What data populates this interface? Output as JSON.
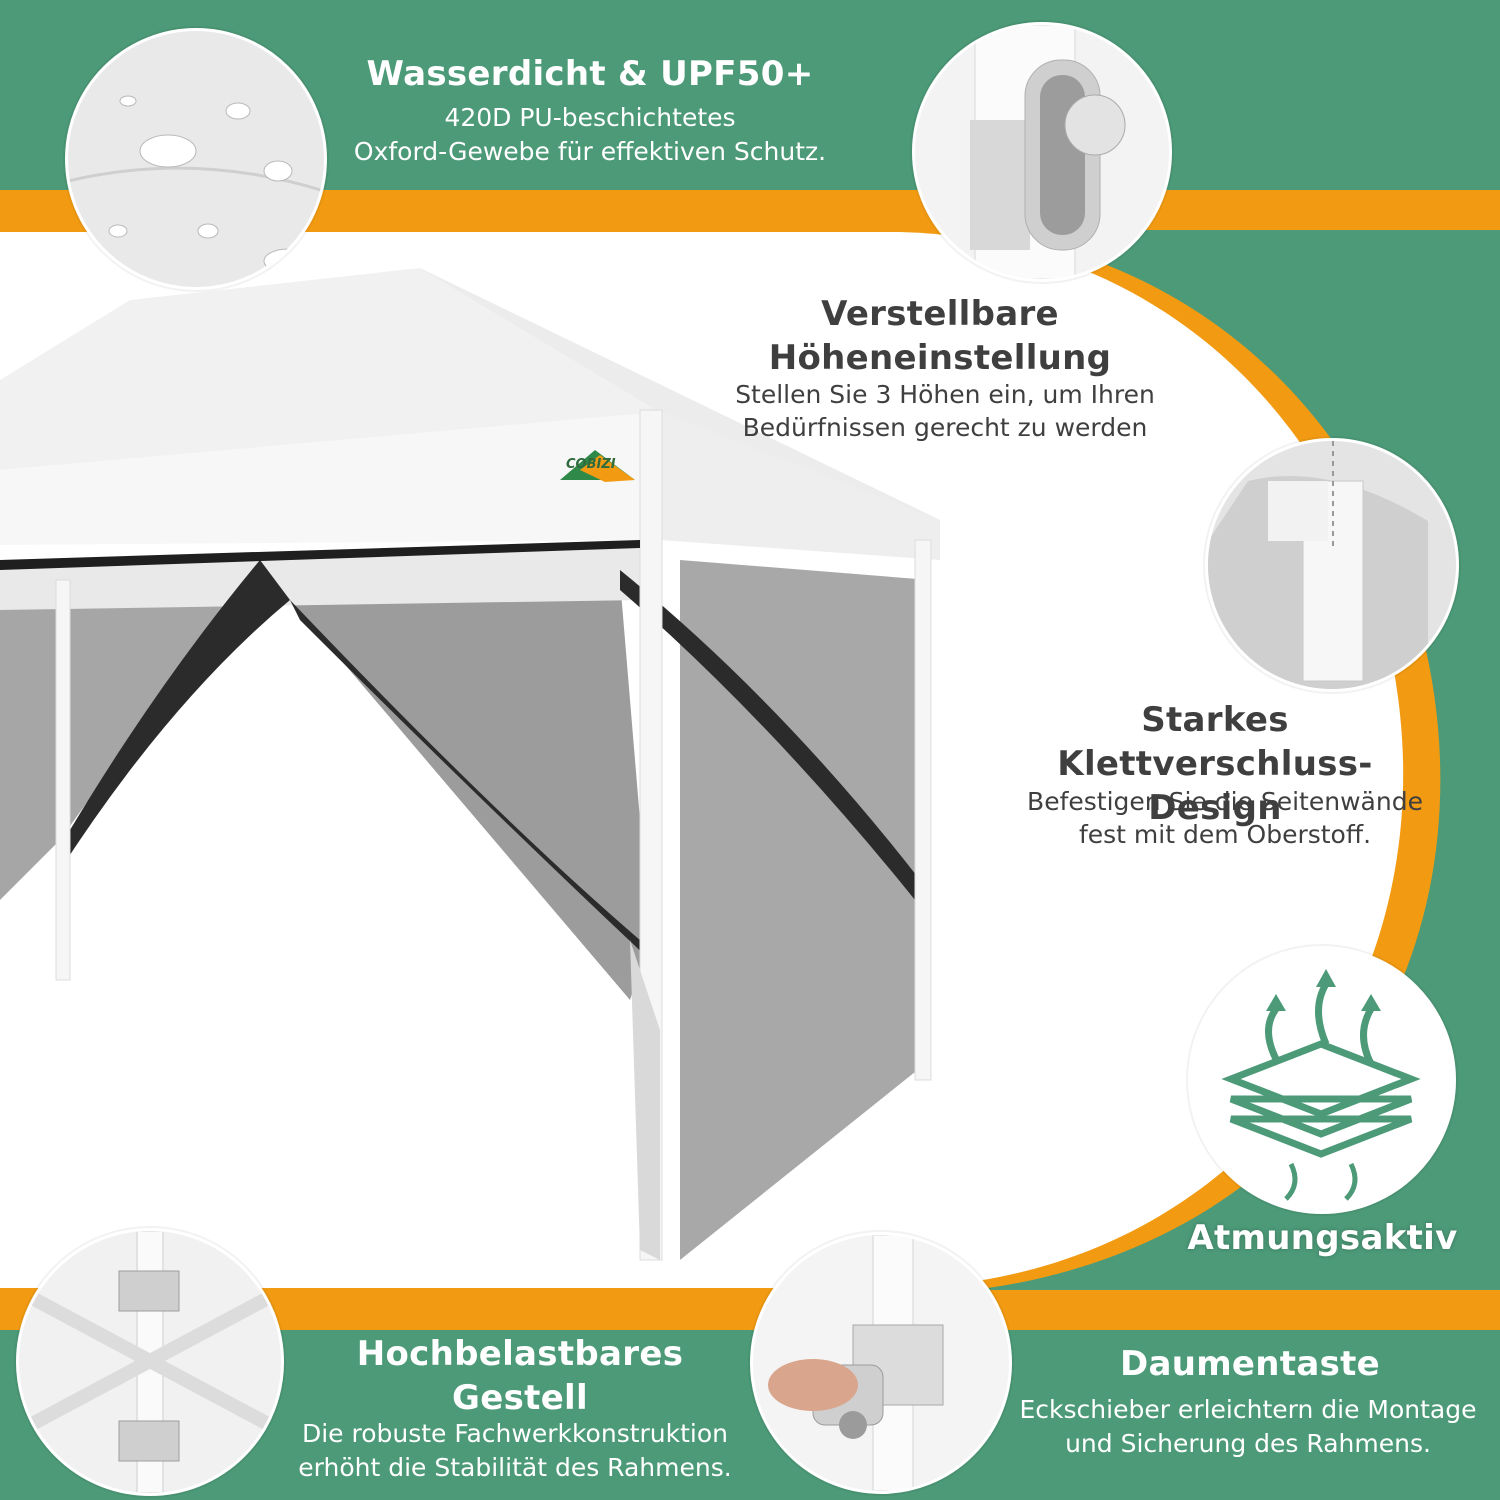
{
  "brand": {
    "logo_text": "COBIZI"
  },
  "features": {
    "waterproof": {
      "title": "Wasserdicht & UPF50+",
      "line1": "420D PU-beschichtetes",
      "line2": "Oxford-Gewebe für effektiven Schutz.",
      "icon": "water-droplets-fabric"
    },
    "height": {
      "title_line1": "Verstellbare",
      "title_line2": "Höheneinstellung",
      "line1": "Stellen Sie 3 Höhen ein, um Ihren",
      "line2": "Bedürfnissen gerecht zu werden",
      "icon": "height-lock-button"
    },
    "velcro": {
      "title_line1": "Starkes",
      "title_line2": "Klettverschluss-Design",
      "line1": "Befestigen Sie die Seitenwände",
      "line2": "fest mit dem Oberstoff.",
      "icon": "velcro-strap"
    },
    "breathable": {
      "title": "Atmungsaktiv",
      "icon": "breathable-layers-arrows"
    },
    "frame": {
      "title_line1": "Hochbelastbares",
      "title_line2": "Gestell",
      "line1": "Die robuste Fachwerkkonstruktion",
      "line2": "erhöht die Stabilität des Rahmens.",
      "icon": "truss-frame"
    },
    "thumb": {
      "title": "Daumentaste",
      "line1": "Eckschieber erleichtern die Montage",
      "line2": "und Sicherung des Rahmens.",
      "icon": "thumb-slider"
    }
  },
  "colors": {
    "green": "#4c9a78",
    "orange": "#f29b12",
    "text_dark": "#3f3f3f",
    "white": "#ffffff"
  }
}
